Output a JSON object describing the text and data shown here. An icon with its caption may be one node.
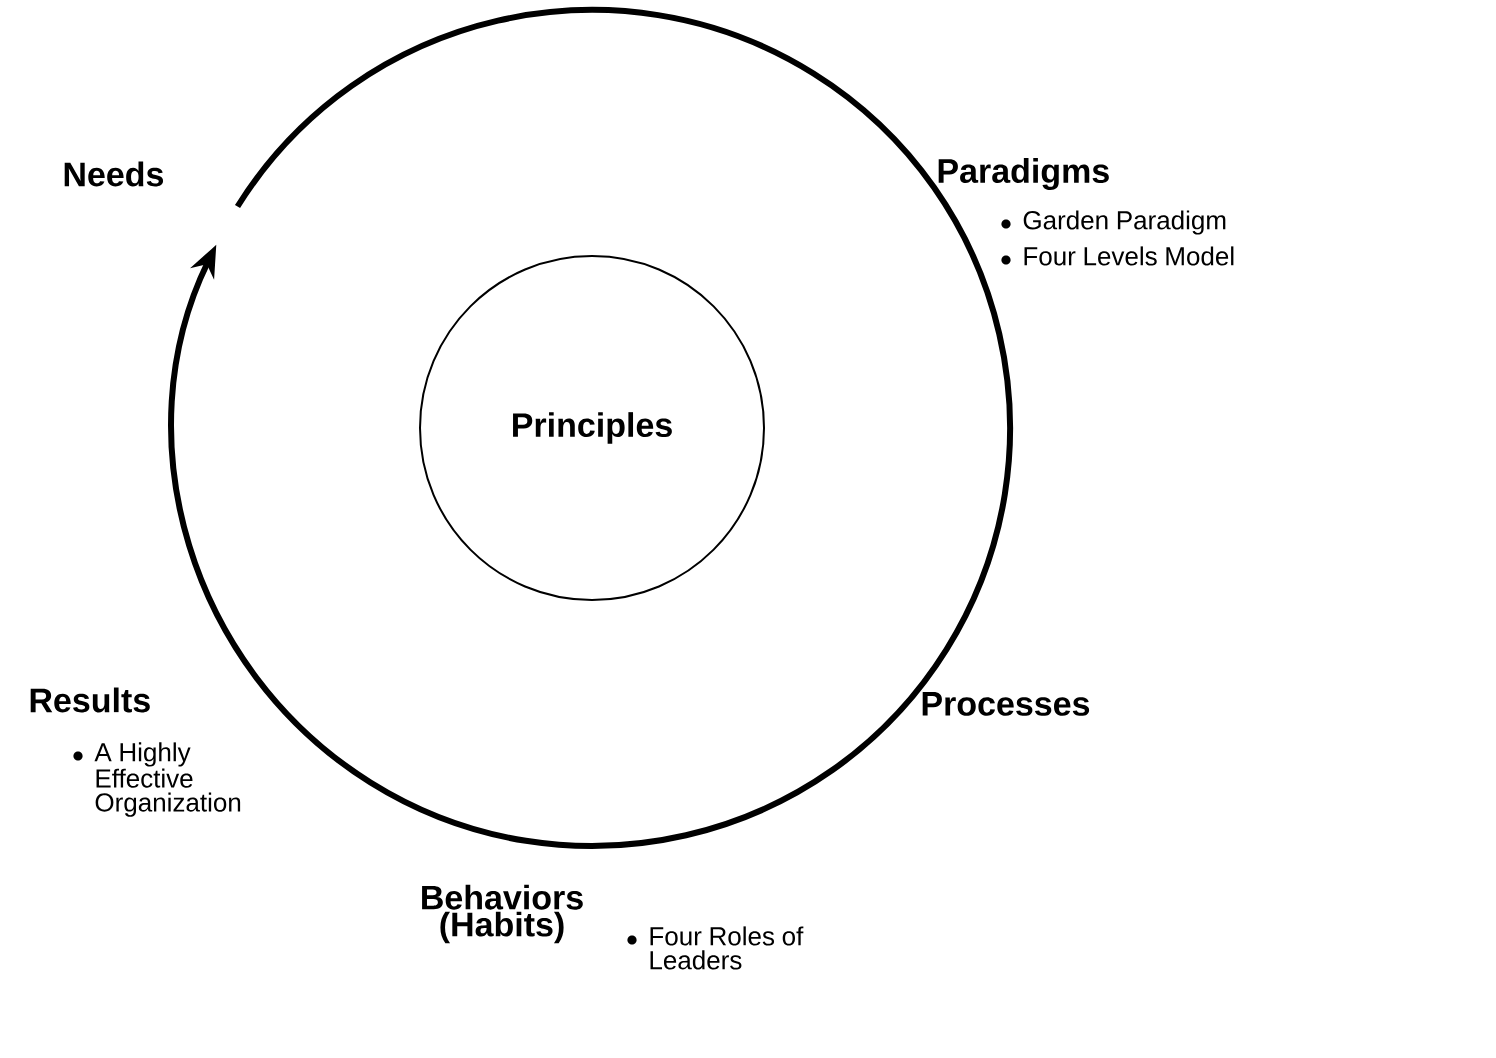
{
  "diagram": {
    "nodes": [
      {
        "text": [
          "Principles"
        ]
      }
    ],
    "labels": [
      "Needs",
      "Paradigms",
      "Garden Paradigm",
      "Four Levels Model",
      "Processes",
      "Results",
      "A Highly Effective Organization",
      "Behaviors (Habits)",
      "Four Roles of Leaders"
    ]
  }
}
